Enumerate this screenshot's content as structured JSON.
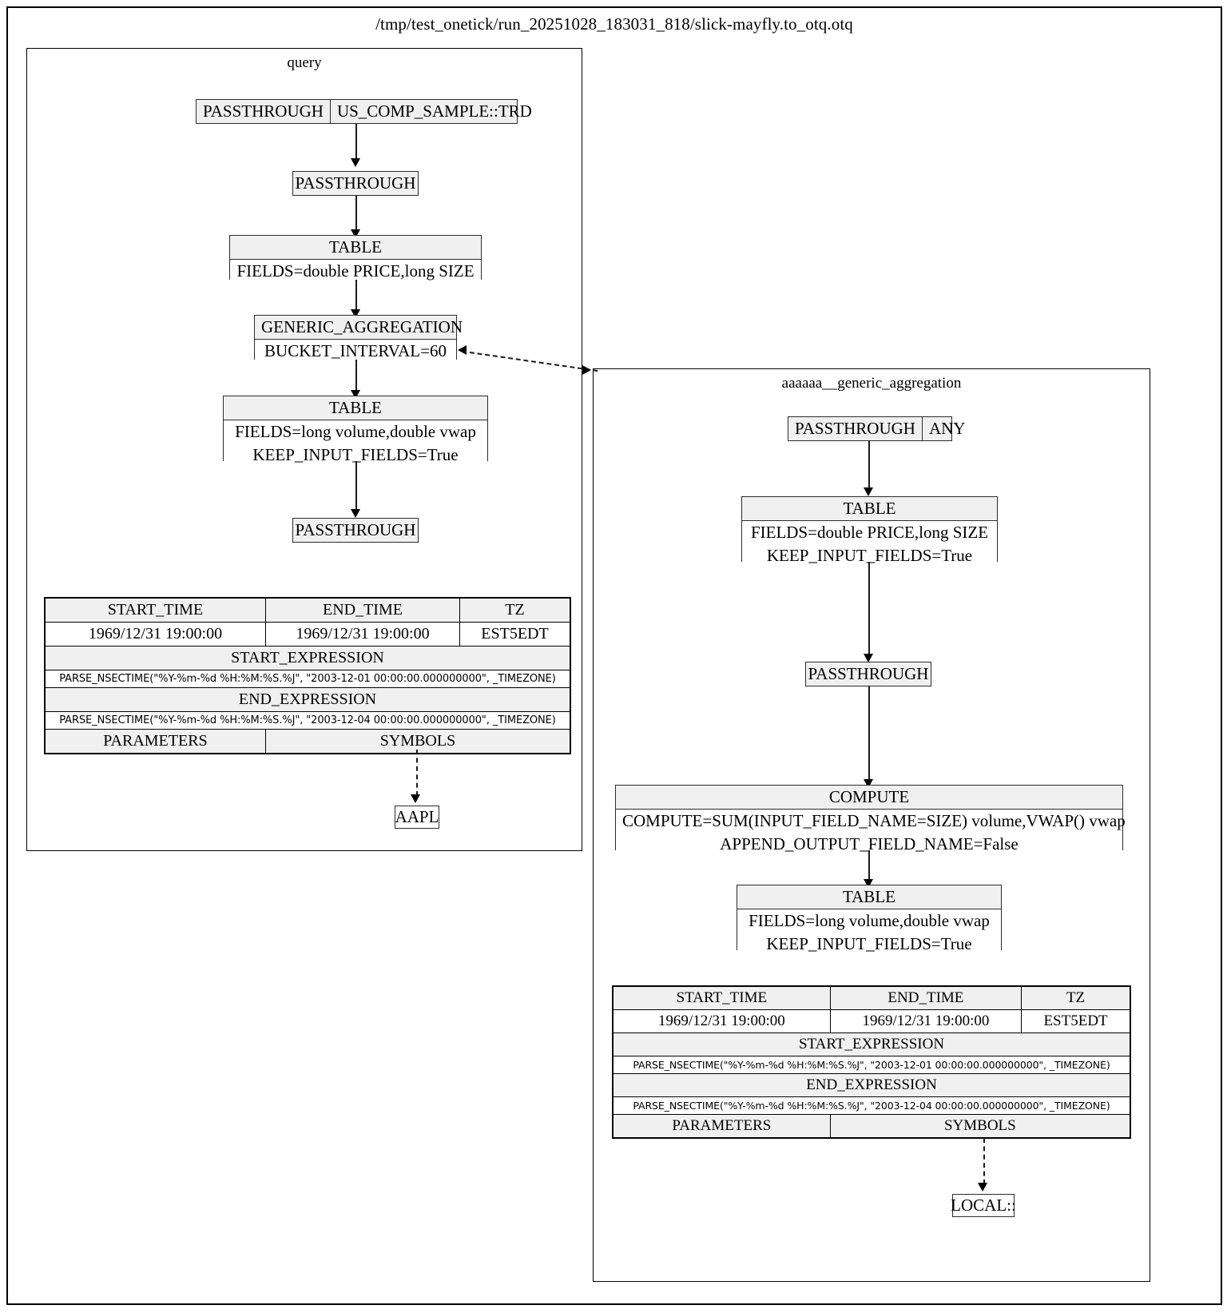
{
  "title": "/tmp/test_onetick/run_20251028_183031_818/slick-mayfly.to_otq.otq",
  "clusters": [
    {
      "id": "query",
      "label": "query",
      "nodes": [
        {
          "id": "q-source",
          "type": "split",
          "cells": [
            "PASSTHROUGH",
            "US_COMP_SAMPLE::TRD"
          ]
        },
        {
          "id": "q-passthrough-1",
          "type": "plain",
          "label": "PASSTHROUGH"
        },
        {
          "id": "q-table-1",
          "type": "record",
          "header": "TABLE",
          "rows": [
            "FIELDS=double PRICE,long SIZE"
          ]
        },
        {
          "id": "q-generic-aggregation",
          "type": "record",
          "header": "GENERIC_AGGREGATION",
          "rows": [
            "BUCKET_INTERVAL=60"
          ]
        },
        {
          "id": "q-table-2",
          "type": "record",
          "header": "TABLE",
          "rows": [
            "FIELDS=long volume,double vwap",
            "KEEP_INPUT_FIELDS=True"
          ]
        },
        {
          "id": "q-passthrough-2",
          "type": "plain",
          "label": "PASSTHROUGH"
        },
        {
          "id": "q-symbol",
          "type": "plain-white",
          "label": "AAPL"
        }
      ],
      "params": {
        "col_headers": [
          "START_TIME",
          "END_TIME",
          "TZ"
        ],
        "col_values": [
          "1969/12/31 19:00:00",
          "1969/12/31 19:00:00",
          "EST5EDT"
        ],
        "start_expression_label": "START_EXPRESSION",
        "start_expression": "PARSE_NSECTIME(\"%Y-%m-%d %H:%M:%S.%J\", \"2003-12-01 00:00:00.000000000\", _TIMEZONE)",
        "end_expression_label": "END_EXPRESSION",
        "end_expression": "PARSE_NSECTIME(\"%Y-%m-%d %H:%M:%S.%J\", \"2003-12-04 00:00:00.000000000\", _TIMEZONE)",
        "parameters_label": "PARAMETERS",
        "symbols_label": "SYMBOLS"
      }
    },
    {
      "id": "aaaaaa__generic_aggregation",
      "label": "aaaaaa__generic_aggregation",
      "nodes": [
        {
          "id": "a-source",
          "type": "split",
          "cells": [
            "PASSTHROUGH",
            "ANY"
          ]
        },
        {
          "id": "a-table-1",
          "type": "record",
          "header": "TABLE",
          "rows": [
            "FIELDS=double PRICE,long SIZE",
            "KEEP_INPUT_FIELDS=True"
          ]
        },
        {
          "id": "a-passthrough-1",
          "type": "plain",
          "label": "PASSTHROUGH"
        },
        {
          "id": "a-compute",
          "type": "record",
          "header": "COMPUTE",
          "rows": [
            "COMPUTE=SUM(INPUT_FIELD_NAME=SIZE) volume,VWAP() vwap",
            "APPEND_OUTPUT_FIELD_NAME=False"
          ]
        },
        {
          "id": "a-table-2",
          "type": "record",
          "header": "TABLE",
          "rows": [
            "FIELDS=long volume,double vwap",
            "KEEP_INPUT_FIELDS=True"
          ]
        },
        {
          "id": "a-symbol",
          "type": "plain-white",
          "label": "LOCAL::"
        }
      ],
      "params": {
        "col_headers": [
          "START_TIME",
          "END_TIME",
          "TZ"
        ],
        "col_values": [
          "1969/12/31 19:00:00",
          "1969/12/31 19:00:00",
          "EST5EDT"
        ],
        "start_expression_label": "START_EXPRESSION",
        "start_expression": "PARSE_NSECTIME(\"%Y-%m-%d %H:%M:%S.%J\", \"2003-12-01 00:00:00.000000000\", _TIMEZONE)",
        "end_expression_label": "END_EXPRESSION",
        "end_expression": "PARSE_NSECTIME(\"%Y-%m-%d %H:%M:%S.%J\", \"2003-12-04 00:00:00.000000000\", _TIMEZONE)",
        "parameters_label": "PARAMETERS",
        "symbols_label": "SYMBOLS"
      }
    }
  ],
  "colors": {
    "node_header_fill": "#f0f0f0",
    "node_border": "#2b2b2b",
    "edge": "#1a1a1a",
    "background": "#ffffff"
  }
}
